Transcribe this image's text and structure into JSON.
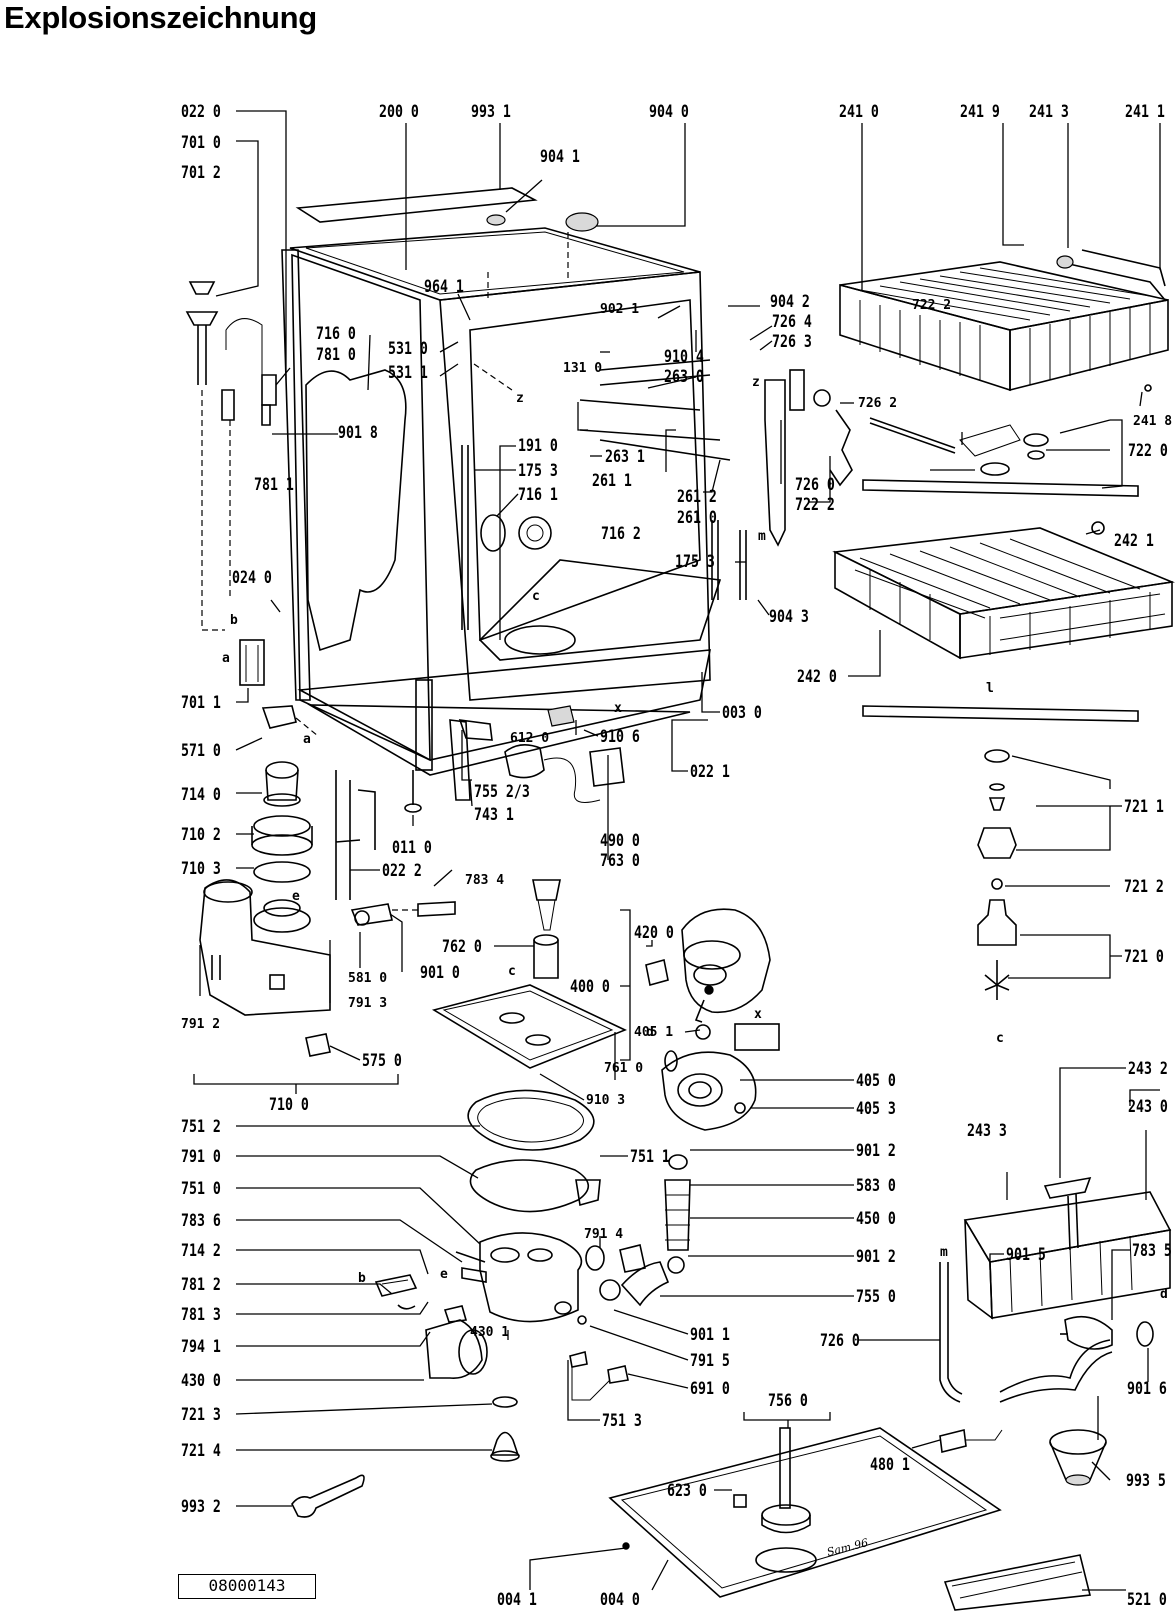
{
  "title": "Explosionszeichnung",
  "drawing_number": "08000143",
  "signature": "Sam.96",
  "part_labels": [
    "022 0",
    "701 0",
    "701 2",
    "200 0",
    "993 1",
    "904 0",
    "904 1",
    "241 0",
    "241 9",
    "241 3",
    "241 1",
    "964 1",
    "902 1",
    "904 2",
    "726 4",
    "726 3",
    "716 0",
    "781 0",
    "531 0",
    "531 1",
    "131 0",
    "910 4",
    "263 0",
    "726 2",
    "722 2",
    "241 8",
    "722 0",
    "901 8",
    "191 0",
    "175 3",
    "716 1",
    "263 1",
    "261 1",
    "261 2",
    "261 0",
    "726 0",
    "722 2",
    "781 1",
    "716 2",
    "242 1",
    "024 0",
    "175 3",
    "904 3",
    "242 0",
    "701 1",
    "612 0",
    "910 6",
    "003 0",
    "571 0",
    "022 1",
    "714 0",
    "755 2/3",
    "743 1",
    "721 1",
    "710 2",
    "011 0",
    "490 0",
    "763 0",
    "710 3",
    "022 2",
    "783 4",
    "721 2",
    "762 0",
    "420 0",
    "581 0",
    "901 0",
    "400 0",
    "721 0",
    "791 2",
    "791 3",
    "575 0",
    "405 1",
    "710 0",
    "761 0",
    "405 0",
    "910 3",
    "405 3",
    "243 2",
    "243 3",
    "243 0",
    "751 2",
    "751 1",
    "901 2",
    "791 0",
    "583 0",
    "751 0",
    "450 0",
    "783 6",
    "791 4",
    "714 2",
    "901 2",
    "901 5",
    "783 5",
    "781 2",
    "755 0",
    "781 3",
    "430 1",
    "901 1",
    "726 0",
    "794 1",
    "791 5",
    "430 0",
    "691 0",
    "901 6",
    "721 3",
    "751 3",
    "756 0",
    "721 4",
    "480 1",
    "623 0",
    "993 5",
    "993 2",
    "004 1",
    "004 0",
    "521 0"
  ],
  "point_letters": [
    "a",
    "b",
    "a",
    "b",
    "c",
    "c",
    "c",
    "d",
    "d",
    "e",
    "e",
    "m",
    "m",
    "l",
    "x",
    "x",
    "z",
    "z"
  ]
}
